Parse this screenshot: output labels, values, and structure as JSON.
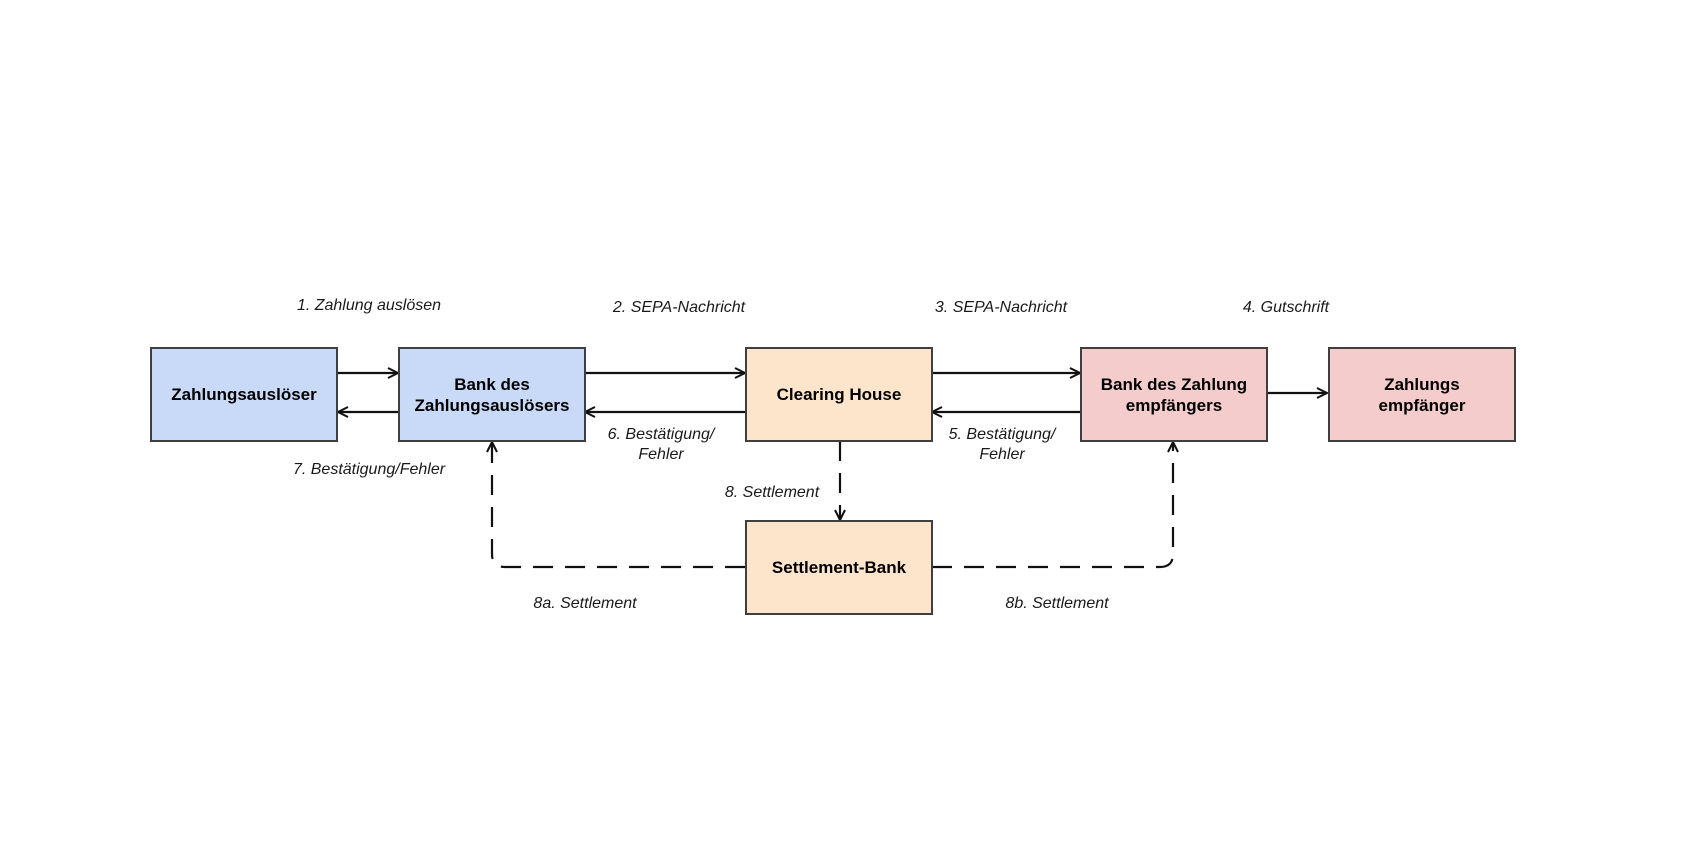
{
  "colors": {
    "blue": "#c9daf8",
    "peach": "#fde5cb",
    "pink": "#f4cccc",
    "stroke": "#3f3f3f",
    "edge": "#111111"
  },
  "nodes": {
    "zahlungsausloeser": "Zahlungsauslöser",
    "bank_ausloeser": "Bank des\nZahlungsauslösers",
    "clearing_house": "Clearing House",
    "bank_empfaenger": "Bank des Zahlung\nempfängers",
    "zahlungsempfaenger": "Zahlungs\nempfänger",
    "settlement_bank": "Settlement-Bank"
  },
  "edges": {
    "e1": "1. Zahlung auslösen",
    "e2": "2. SEPA-Nachricht",
    "e3": "3. SEPA-Nachricht",
    "e4": "4. Gutschrift",
    "e5": "5. Bestätigung/\nFehler",
    "e6": "6. Bestätigung/\nFehler",
    "e7": "7. Bestätigung/Fehler",
    "e8": "8. Settlement",
    "e8a": "8a. Settlement",
    "e8b": "8b. Settlement"
  }
}
